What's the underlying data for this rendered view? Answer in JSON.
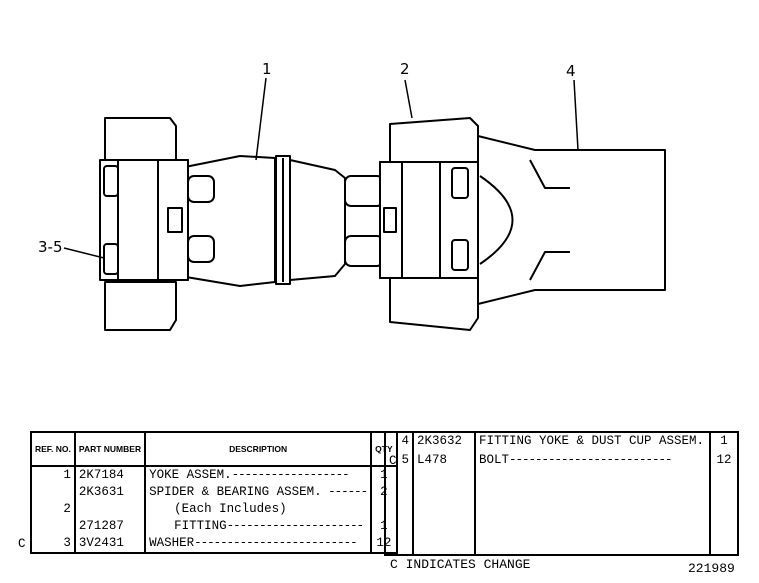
{
  "callouts": [
    {
      "label": "1"
    },
    {
      "label": "2"
    },
    {
      "label": "4"
    },
    {
      "label": "3-5"
    }
  ],
  "left_table": {
    "headers": {
      "ref": "REF. NO.",
      "part": "PART NUMBER",
      "desc": "DESCRIPTION",
      "qty": "QTY"
    },
    "rows": [
      {
        "flag": "",
        "ref": "1",
        "part": "2K7184",
        "desc": "YOKE ASSEM.",
        "qty": "1"
      },
      {
        "flag": "",
        "ref": "",
        "part": "2K3631",
        "desc": "SPIDER & BEARING ASSEM.",
        "qty": "2"
      },
      {
        "flag": "",
        "ref": "2",
        "part": "",
        "desc": "(Each Includes)",
        "qty": ""
      },
      {
        "flag": "",
        "ref": "",
        "part": "271287",
        "desc": "FITTING",
        "qty": "1"
      },
      {
        "flag": "C",
        "ref": "3",
        "part": "3V2431",
        "desc": "WASHER",
        "qty": "12"
      }
    ]
  },
  "right_table": {
    "rows": [
      {
        "flag": "",
        "ref": "4",
        "part": "2K3632",
        "desc": "FITTING YOKE & DUST CUP ASSEM.",
        "qty": "1"
      },
      {
        "flag": "C",
        "ref": "5",
        "part": "L478",
        "desc": "BOLT",
        "qty": "12"
      }
    ]
  },
  "footer": {
    "legend": "C INDICATES CHANGE",
    "figure_number": "221989"
  }
}
